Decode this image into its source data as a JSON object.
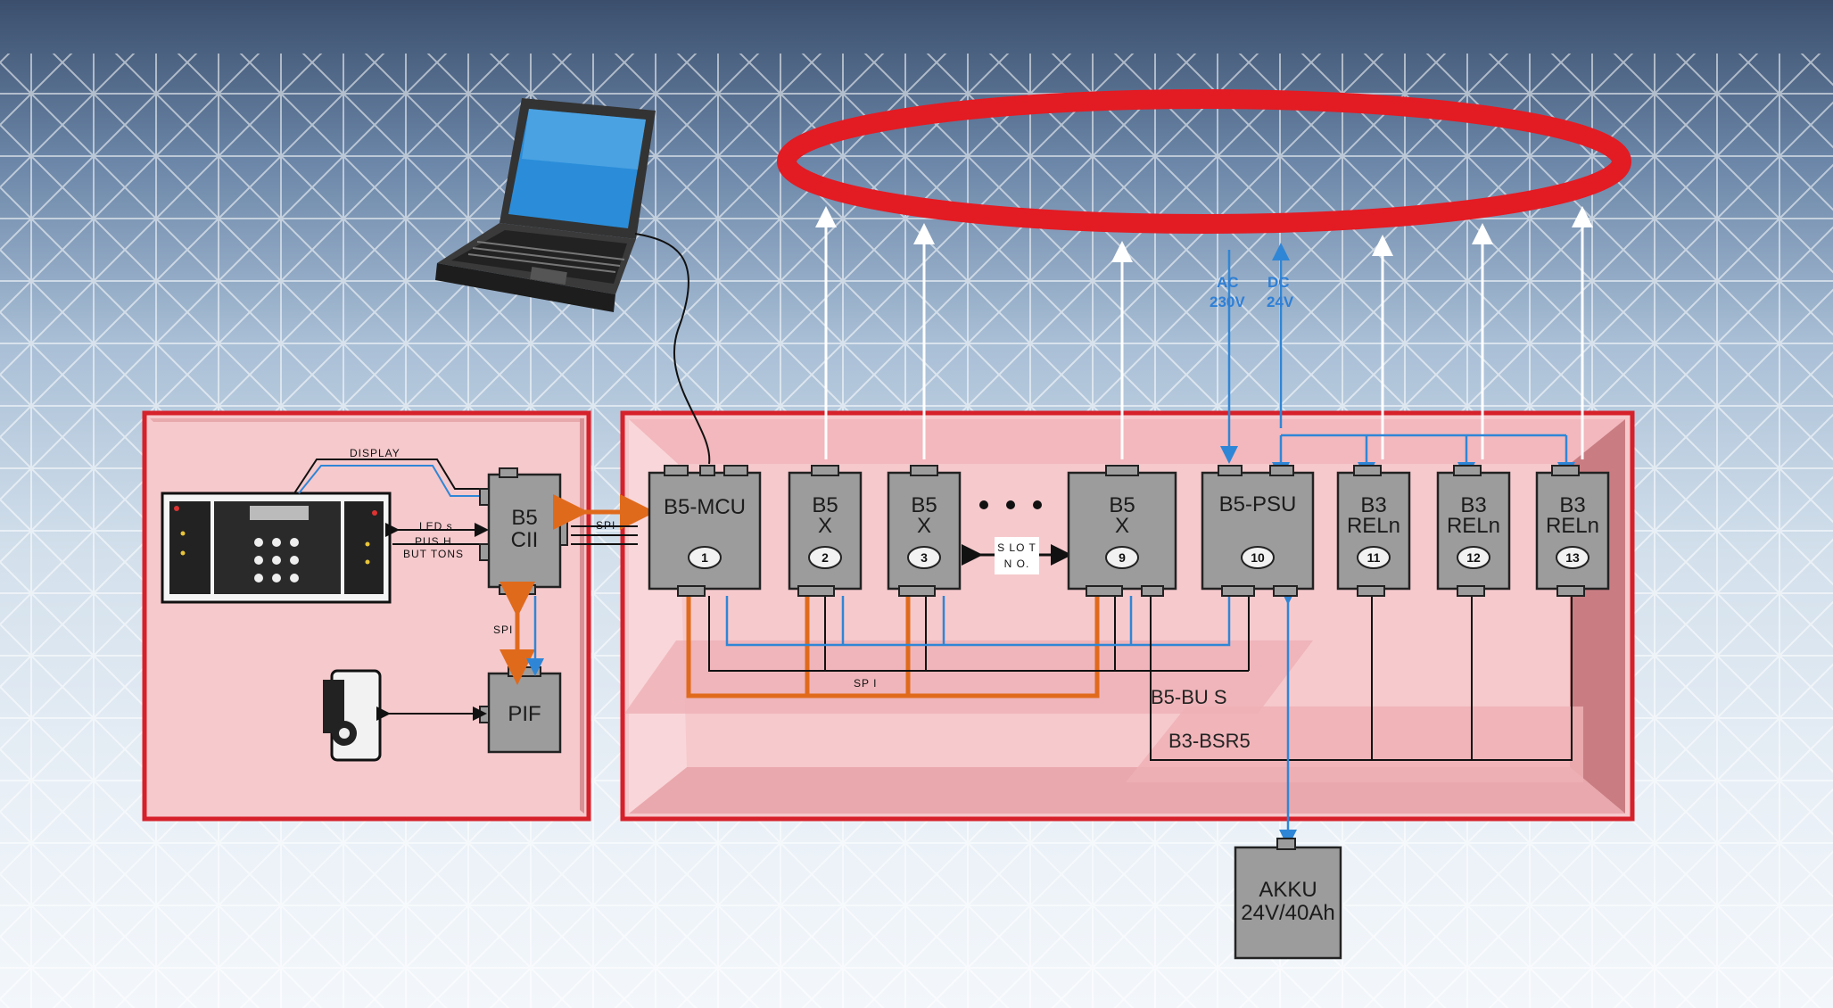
{
  "modules": {
    "cii": {
      "line1": "B5",
      "line2": "CII"
    },
    "pif": {
      "label": "PIF"
    },
    "mcu": {
      "label": "B5-MCU",
      "slot": "1"
    },
    "x2": {
      "line1": "B5",
      "line2": "X",
      "slot": "2"
    },
    "x3": {
      "line1": "B5",
      "line2": "X",
      "slot": "3"
    },
    "x9": {
      "line1": "B5",
      "line2": "X",
      "slot": "9"
    },
    "psu": {
      "label": "B5-PSU",
      "slot": "10"
    },
    "rel11": {
      "line1": "B3",
      "line2": "RELn",
      "slot": "11"
    },
    "rel12": {
      "line1": "B3",
      "line2": "RELn",
      "slot": "12"
    },
    "rel13": {
      "line1": "B3",
      "line2": "RELn",
      "slot": "13"
    },
    "akku": {
      "line1": "AKKU",
      "line2": "24V/40Ah"
    }
  },
  "labels": {
    "display": "DISPLAY",
    "leds": "LED s",
    "push1": "PUS H",
    "push2": "BUT TONS",
    "spi_cii": "SPI",
    "spi_pif": "SPI",
    "spi_bus": "SP I",
    "slot1": "S LO T",
    "slot2": "N O.",
    "ac1": "AC",
    "ac2": "230V",
    "dc1": "DC",
    "dc2": "24V",
    "b5bus": "B5-BU S",
    "b3bsr": "B3-BSR5"
  },
  "colors": {
    "panel_fill": "#f6c9cc",
    "panel_border": "#d6202a",
    "ring": "#e31b23",
    "spi": "#e06a1c",
    "signal": "#2f86d6",
    "module": "#9c9c9c"
  }
}
